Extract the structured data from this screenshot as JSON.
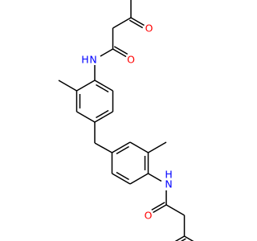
{
  "molecule": {
    "colors": {
      "bond": "#000000",
      "nitrogen": "#0000ff",
      "oxygen": "#ff0000",
      "background": "#ffffff"
    },
    "atom_labels": {
      "n_top": "N",
      "h_top": "H",
      "o_amide_top": "O",
      "o_ketone_top": "O",
      "n_bottom": "N",
      "h_bottom": "H",
      "o_amide_bottom": "O",
      "o_ketone_bottom": "O"
    }
  }
}
